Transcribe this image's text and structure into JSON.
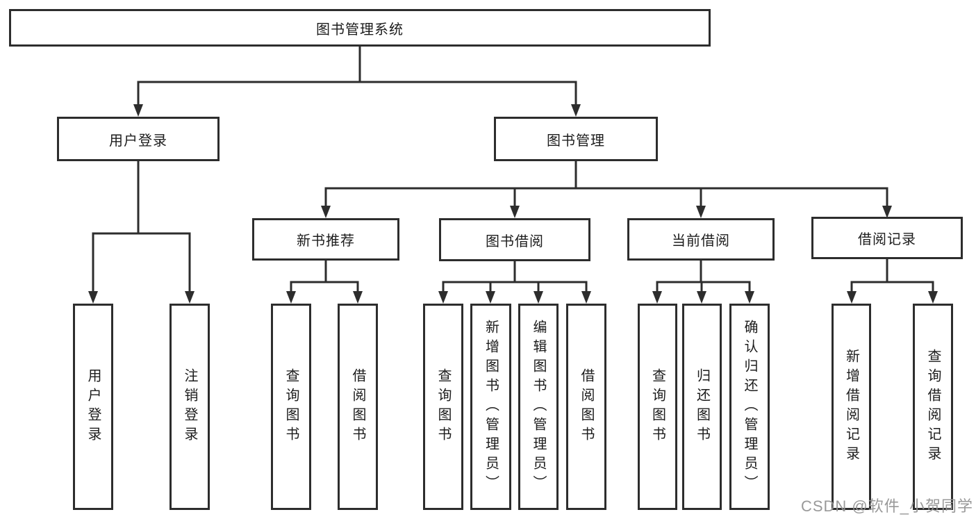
{
  "diagram": {
    "title": "图书管理系统",
    "watermark": "CSDN @软件_小贺同学",
    "colors": {
      "line": "#2d2d2d",
      "text": "#1c1c1c",
      "watermark": "#949494",
      "background": "#ffffff"
    },
    "tree": {
      "id": "root",
      "label": "图书管理系统",
      "children": [
        {
          "id": "login",
          "label": "用户登录",
          "children": [
            {
              "id": "login-user",
              "label": "用户登录"
            },
            {
              "id": "login-logout",
              "label": "注销登录"
            }
          ]
        },
        {
          "id": "mgmt",
          "label": "图书管理",
          "children": [
            {
              "id": "rec",
              "label": "新书推荐",
              "children": [
                {
                  "id": "rec-query",
                  "label": "查询图书"
                },
                {
                  "id": "rec-borrow",
                  "label": "借阅图书"
                }
              ]
            },
            {
              "id": "borrow",
              "label": "图书借阅",
              "children": [
                {
                  "id": "borrow-query",
                  "label": "查询图书"
                },
                {
                  "id": "borrow-add",
                  "label": "新增图书（管理员）"
                },
                {
                  "id": "borrow-edit",
                  "label": "编辑图书（管理员）"
                },
                {
                  "id": "borrow-lend",
                  "label": "借阅图书"
                }
              ]
            },
            {
              "id": "current",
              "label": "当前借阅",
              "children": [
                {
                  "id": "current-query",
                  "label": "查询图书"
                },
                {
                  "id": "current-return",
                  "label": "归还图书"
                },
                {
                  "id": "current-confirm",
                  "label": "确认归还（管理员）"
                }
              ]
            },
            {
              "id": "records",
              "label": "借阅记录",
              "children": [
                {
                  "id": "records-add",
                  "label": "新增借阅记录"
                },
                {
                  "id": "records-query",
                  "label": "查询借阅记录"
                }
              ]
            }
          ]
        }
      ]
    }
  }
}
